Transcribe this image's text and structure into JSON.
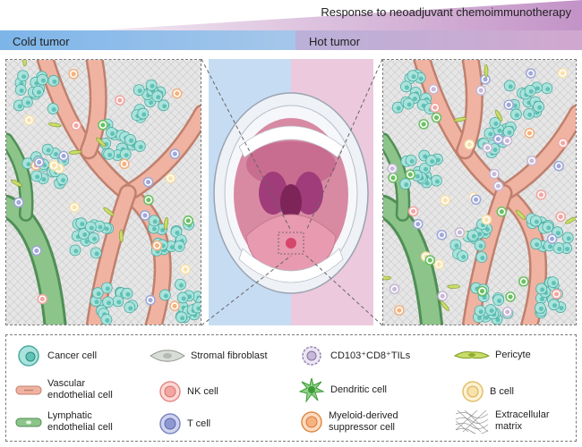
{
  "banner": {
    "response_label": "Response to neoadjuvant chemoimmunotherapy",
    "cold_label": "Cold tumor",
    "hot_label": "Hot tumor",
    "colors": {
      "cold": "#6fb0e8",
      "hot": "#c9a6cf"
    }
  },
  "colors": {
    "vessel": "#f0b3a1",
    "vessel_edge": "#c0806e",
    "lymphatic": "#8cc48a",
    "lymphatic_edge": "#4f8f56",
    "cancer": "#a9e3dc",
    "cancer_edge": "#49aba1",
    "t_cell": "#9fa8d8",
    "nk_cell": "#f2a6a2",
    "b_cell": "#f8e1aa",
    "mdsc": "#f4b27f",
    "dendritic": "#6cc064",
    "til": "#c6b9d6",
    "matrix": "#e6e6e6"
  },
  "legend": {
    "items": [
      {
        "id": "cancer",
        "label": "Cancer cell"
      },
      {
        "id": "fibroblast",
        "label": "Stromal fibroblast"
      },
      {
        "id": "til",
        "label": "CD103⁺CD8⁺TILs"
      },
      {
        "id": "pericyte",
        "label": "Pericyte"
      },
      {
        "id": "vascular",
        "label": "Vascular\nendothelial cell"
      },
      {
        "id": "nk",
        "label": "NK cell"
      },
      {
        "id": "dendritic",
        "label": "Dendritic cell"
      },
      {
        "id": "bcell",
        "label": "B cell"
      },
      {
        "id": "lymphatic",
        "label": "Lymphatic\nendothelial cell"
      },
      {
        "id": "tcell",
        "label": "T cell"
      },
      {
        "id": "mdsc",
        "label": "Myeloid-derived\nsuppressor cell"
      },
      {
        "id": "matrix",
        "label": "Extracellular\nmatrix"
      }
    ]
  }
}
